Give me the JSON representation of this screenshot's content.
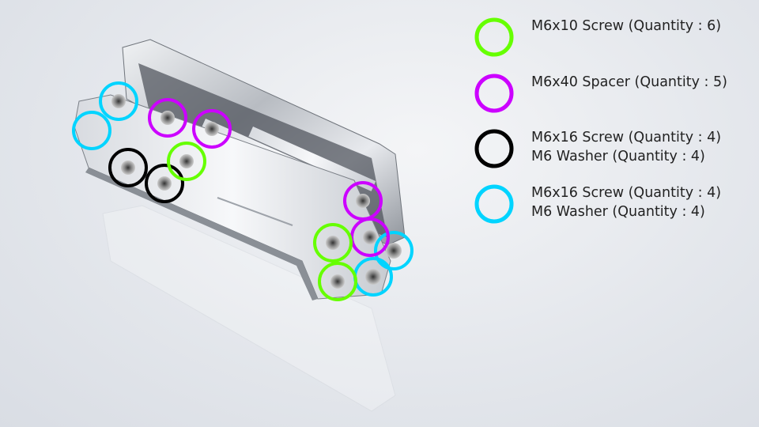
{
  "legend": [
    {
      "color": "#66ff00",
      "lines": [
        "M6x10 Screw (Quantity : 6)"
      ]
    },
    {
      "color": "#cc00ff",
      "lines": [
        "M6x40 Spacer (Quantity : 5)"
      ]
    },
    {
      "color": "#000000",
      "lines": [
        "M6x16 Screw (Quantity : 4)",
        "M6 Washer (Quantity : 4)"
      ]
    },
    {
      "color": "#00d4ff",
      "lines": [
        "M6x16 Screw (Quantity : 4)",
        "M6 Washer (Quantity : 4)"
      ]
    }
  ]
}
